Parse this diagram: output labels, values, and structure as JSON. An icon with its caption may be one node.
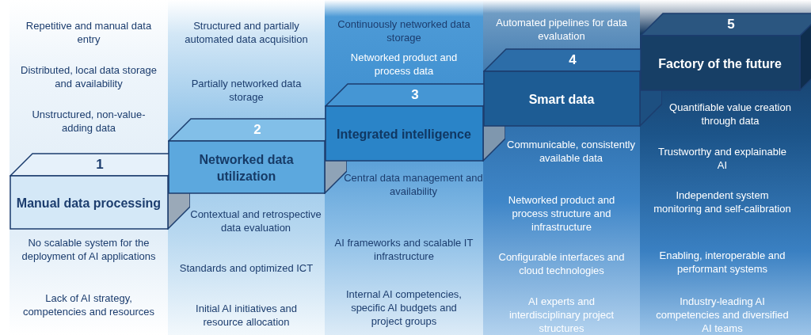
{
  "diagram": {
    "nodes": [
      {
        "text": [
          "1",
          "Manual data processing"
        ]
      },
      {
        "text": [
          "2",
          "Networked data utilization"
        ]
      },
      {
        "text": [
          "3",
          "Integrated intelligence"
        ]
      },
      {
        "text": [
          "4",
          "Smart data"
        ]
      },
      {
        "text": [
          "5",
          "Factory of the future"
        ]
      }
    ],
    "labels": [
      "Repetitive and manual data entry",
      "Distributed, local data storage and availability",
      "Unstructured, non-value-adding data",
      "No scalable system for the deployment of AI applications",
      "Lack of AI strategy, competencies and resources",
      "Structured and partially automated data acquisition",
      "Partially networked data storage",
      "Contextual and retrospective data evaluation",
      "Standards and optimized ICT",
      "Initial AI initiatives and resource allocation",
      "Continuously networked data storage",
      "Networked product and process data",
      "Central data management and availability",
      "AI frameworks and scalable IT infrastructure",
      "Internal AI competencies, specific AI budgets and project groups",
      "Automated pipelines for data evaluation",
      "Communicable, consistently available data",
      "Networked product and process structure and infrastructure",
      "Configurable interfaces and cloud technologies",
      "AI experts and interdisciplinary project structures",
      "Quantifiable value creation through data",
      "Trustworthy and explainable AI",
      "Independent system monitoring and self-calibration",
      "Enabling, interoperable and performant systems",
      "Industry-leading AI competencies and diversified AI teams"
    ]
  }
}
